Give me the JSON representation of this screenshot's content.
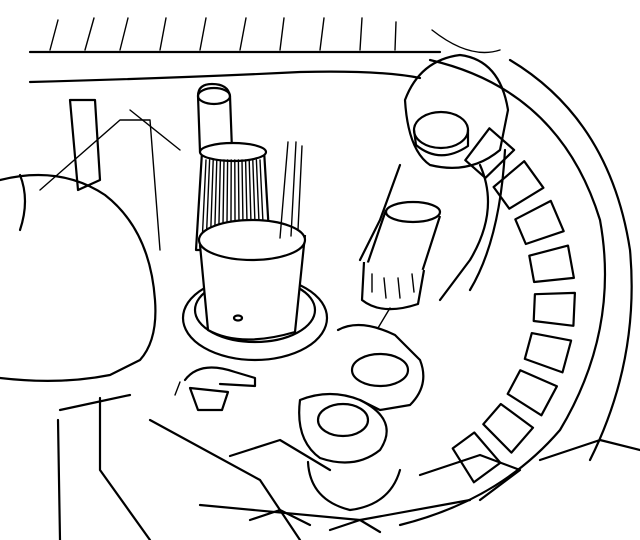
{
  "illustration": {
    "kind": "line-art technical drawing",
    "background": "#ffffff",
    "stroke": "#000000",
    "shaft_spline_count": 16,
    "housing_pocket_count": 9
  }
}
